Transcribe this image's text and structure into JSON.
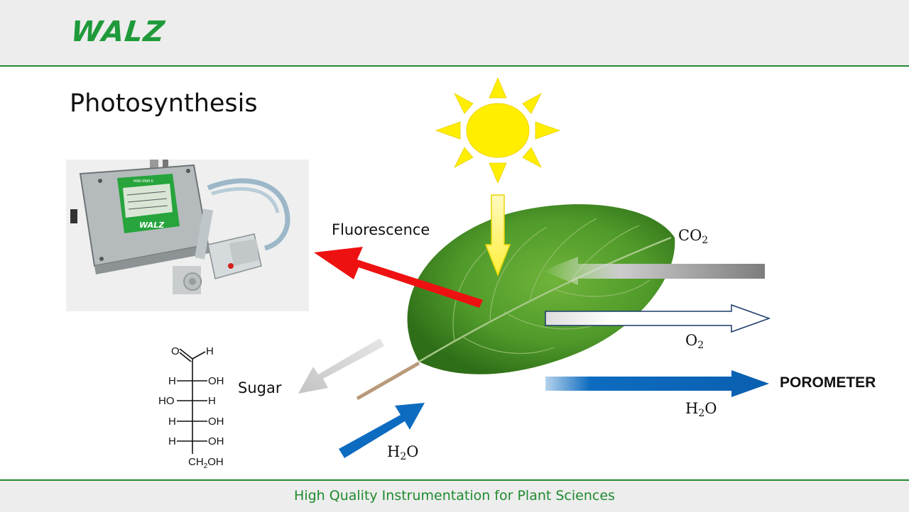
{
  "header": {
    "logo_text": "WALZ"
  },
  "title": "Photosynthesis",
  "device": {
    "brand": "WALZ",
    "model": "MINI-PAM II"
  },
  "labels": {
    "fluorescence": "Fluorescence",
    "co2_main": "CO",
    "co2_sub": "2",
    "o2_main": "O",
    "o2_sub": "2",
    "h2o_out_main": "H",
    "h2o_out_sub": "2",
    "h2o_out_end": "O",
    "h2o_in_main": "H",
    "h2o_in_sub": "2",
    "h2o_in_end": "O",
    "sugar": "Sugar",
    "porometer": "POROMETER"
  },
  "chem": {
    "top_o": "O",
    "top_h": "H",
    "r1_left": "H",
    "r1_right": "OH",
    "r2_left": "HO",
    "r2_right": "H",
    "r3_left": "H",
    "r3_right": "OH",
    "r4_left": "H",
    "r4_right": "OH",
    "bottom_a": "CH",
    "bottom_sub": "2",
    "bottom_b": "OH"
  },
  "colors": {
    "brand_green": "#1f9a3a",
    "sun": "#ffee00",
    "fluorescence_arrow": "#ee1111",
    "water_arrow": "#0d6cc0",
    "sugar_arrow": "#c8c8c8",
    "co2_arrow": "#808080",
    "o2_arrow_outline": "#1a3a6a",
    "leaf": "#4f9a2a"
  },
  "footer": {
    "text": "High Quality Instrumentation for Plant Sciences"
  }
}
